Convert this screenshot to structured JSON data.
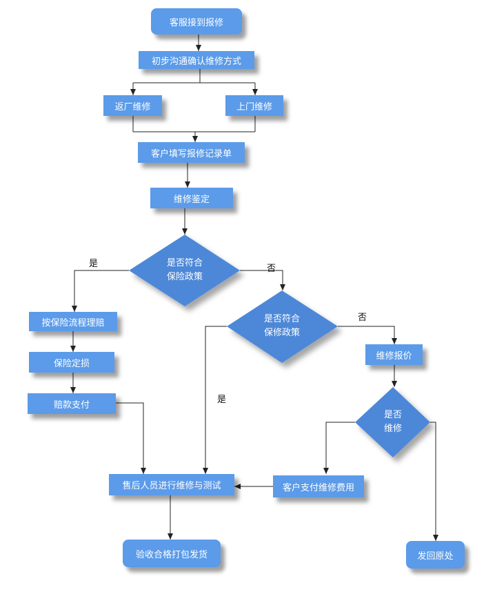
{
  "nodes": {
    "report": "客服接到报修",
    "communicate": "初步沟通确认维修方式",
    "factory_repair": "返厂维修",
    "onsite_repair": "上门维修",
    "fill_record": "客户填写报修记录单",
    "appraisal": "维修鉴定",
    "insurance_claim_process": "按保险流程理赔",
    "insurance_loss": "保险定损",
    "compensation": "赔款支付",
    "aftersales_repair": "售后人员进行维修与测试",
    "acceptance": "验收合格打包发货",
    "repair_quote": "维修报价",
    "customer_pay": "客户支付维修费用",
    "return_origin": "发回原处"
  },
  "decisions": {
    "insurance_policy": "是否符合\n保险政策",
    "warranty_policy": "是否符合\n保修政策",
    "repair_decision": "是否\n维修"
  },
  "edge_labels": {
    "insurance_yes": "是",
    "insurance_no": "否",
    "warranty_no": "否",
    "warranty_yes": "是"
  },
  "colors": {
    "node_fill": "#5b9be9",
    "diamond_fill": "#4e88d8",
    "line": "#222222",
    "text": "#ffffff"
  }
}
